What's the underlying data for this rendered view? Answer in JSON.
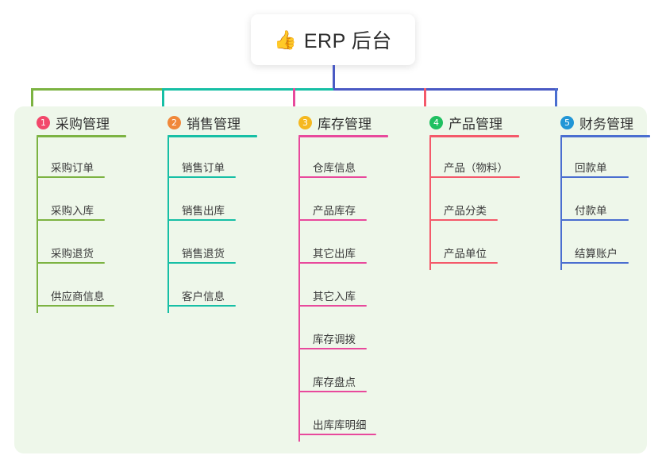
{
  "root": {
    "icon": "thumbs-up-icon",
    "emoji": "👍",
    "title": "ERP 后台"
  },
  "palette": {
    "background": "#ffffff",
    "panel": "#eef7ea",
    "card": "#ffffff",
    "text": "#303030",
    "root_stem": "#4a5ac4",
    "bus_left": "#7cb342",
    "bus_mid": "#16bfa5",
    "bus_right": "#4a5ac4"
  },
  "columns": [
    {
      "index": "1",
      "title": "采购管理",
      "badge_color": "#f2486b",
      "line_color": "#7cb342",
      "items": [
        "采购订单",
        "采购入库",
        "采购退货",
        "供应商信息"
      ]
    },
    {
      "index": "2",
      "title": "销售管理",
      "badge_color": "#f0883a",
      "line_color": "#16bfa5",
      "items": [
        "销售订单",
        "销售出库",
        "销售退货",
        "客户信息"
      ]
    },
    {
      "index": "3",
      "title": "库存管理",
      "badge_color": "#f5b820",
      "line_color": "#e8499c",
      "items": [
        "仓库信息",
        "产品库存",
        "其它出库",
        "其它入库",
        "库存调拨",
        "库存盘点",
        "出库库明细"
      ]
    },
    {
      "index": "4",
      "title": "产品管理",
      "badge_color": "#1fc060",
      "line_color": "#f4596a",
      "items": [
        "产品（物料）",
        "产品分类",
        "产品单位"
      ]
    },
    {
      "index": "5",
      "title": "财务管理",
      "badge_color": "#2196d6",
      "line_color": "#4a6ed0",
      "items": [
        "回款单",
        "付款单",
        "结算账户"
      ]
    }
  ]
}
